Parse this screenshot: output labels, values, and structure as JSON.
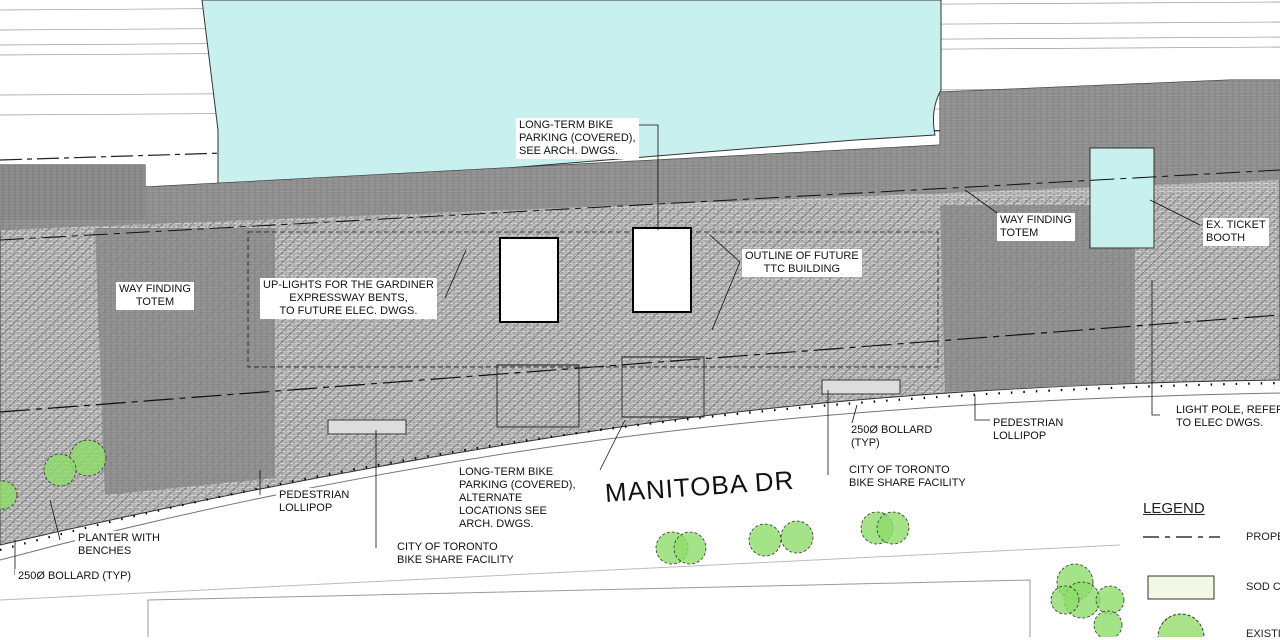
{
  "street_name": "MANITOBA DR",
  "colors": {
    "transit_area": "#c8f0ee",
    "pavement": "#8a8a8a",
    "tree": "#8fdc6a",
    "sod": "#f3f8e4"
  },
  "labels": {
    "bike_parking_top": "LONG-TERM BIKE\nPARKING (COVERED),\nSEE ARCH. DWGS.",
    "way_finding_left": "WAY FINDING\nTOTEM",
    "up_lights": "UP-LIGHTS FOR THE GARDINER\nEXPRESSWAY BENTS,\nTO FUTURE ELEC. DWGS.",
    "outline_ttc": "OUTLINE OF FUTURE\nTTC BUILDING",
    "way_finding_right": "WAY FINDING\nTOTEM",
    "ticket_booth": "EX. TICKET\nBOOTH",
    "light_pole": "LIGHT POLE, REFER\nTO ELEC DWGS.",
    "bollard_mid": "250Ø BOLLARD\n(TYP)",
    "ped_lollipop_right": "PEDESTRIAN\nLOLLIPOP",
    "bike_share_right": "CITY OF TORONTO\nBIKE SHARE FACILITY",
    "bike_parking_alt": "LONG-TERM BIKE\nPARKING (COVERED),\nALTERNATE\nLOCATIONS SEE\nARCH. DWGS.",
    "ped_lollipop_left": "PEDESTRIAN\nLOLLIPOP",
    "bike_share_left": "CITY OF TORONTO\nBIKE SHARE FACILITY",
    "planter": "PLANTER WITH\nBENCHES",
    "bollard_left": "250Ø BOLLARD (TYP)"
  },
  "legend": {
    "title": "LEGEND",
    "items": [
      {
        "symbol": "dashed-line",
        "label": "PROPE"
      },
      {
        "symbol": "sod-box",
        "label": "SOD C"
      },
      {
        "symbol": "tree-circle",
        "label": "EXISTI"
      }
    ]
  }
}
